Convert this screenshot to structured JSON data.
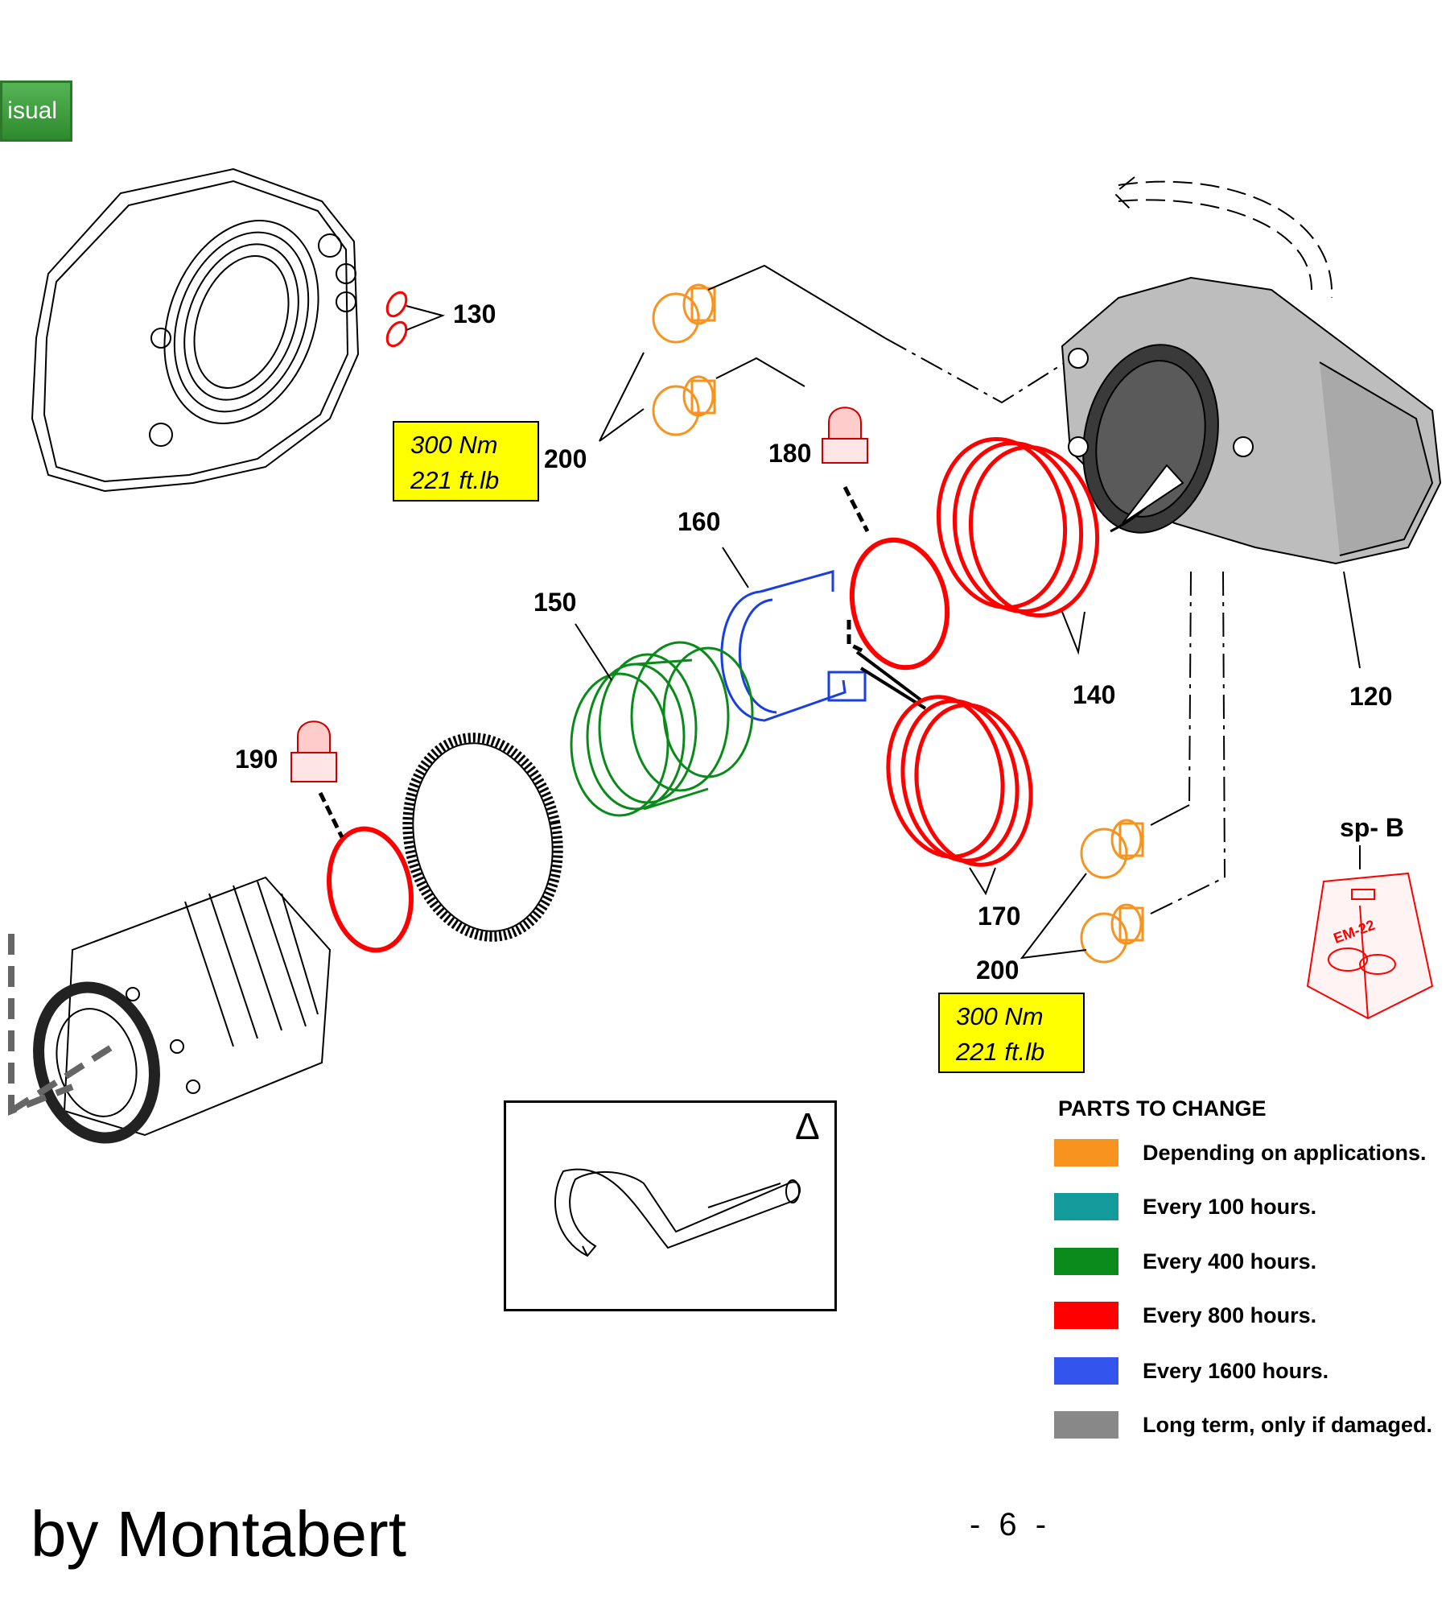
{
  "button": {
    "label": "isual"
  },
  "callouts": {
    "c120": "120",
    "c130": "130",
    "c140": "140",
    "c150": "150",
    "c160": "160",
    "c170": "170",
    "c180": "180",
    "c190": "190",
    "c200_top": "200",
    "c200_bottom": "200"
  },
  "torque_top": {
    "line1": "300 Nm",
    "line2": "221 ft.lb"
  },
  "torque_bottom": {
    "line1": "300 Nm",
    "line2": "221 ft.lb"
  },
  "kit": {
    "label": "sp- B",
    "tag": "EM-22"
  },
  "tool": {
    "symbol": "Δ"
  },
  "legend": {
    "title": "PARTS TO CHANGE",
    "items": [
      {
        "label": "Depending on applications.",
        "color": "#f7931e"
      },
      {
        "label": "Every 100 hours.",
        "color": "#139a9a"
      },
      {
        "label": "Every 400 hours.",
        "color": "#0a8a1a"
      },
      {
        "label": "Every 800 hours.",
        "color": "#ff0000"
      },
      {
        "label": "Every 1600 hours.",
        "color": "#3355ee"
      },
      {
        "label": "Long term, only if damaged.",
        "color": "#888888"
      }
    ]
  },
  "footer": {
    "brand": "by Montabert",
    "page": "- 6 -"
  }
}
